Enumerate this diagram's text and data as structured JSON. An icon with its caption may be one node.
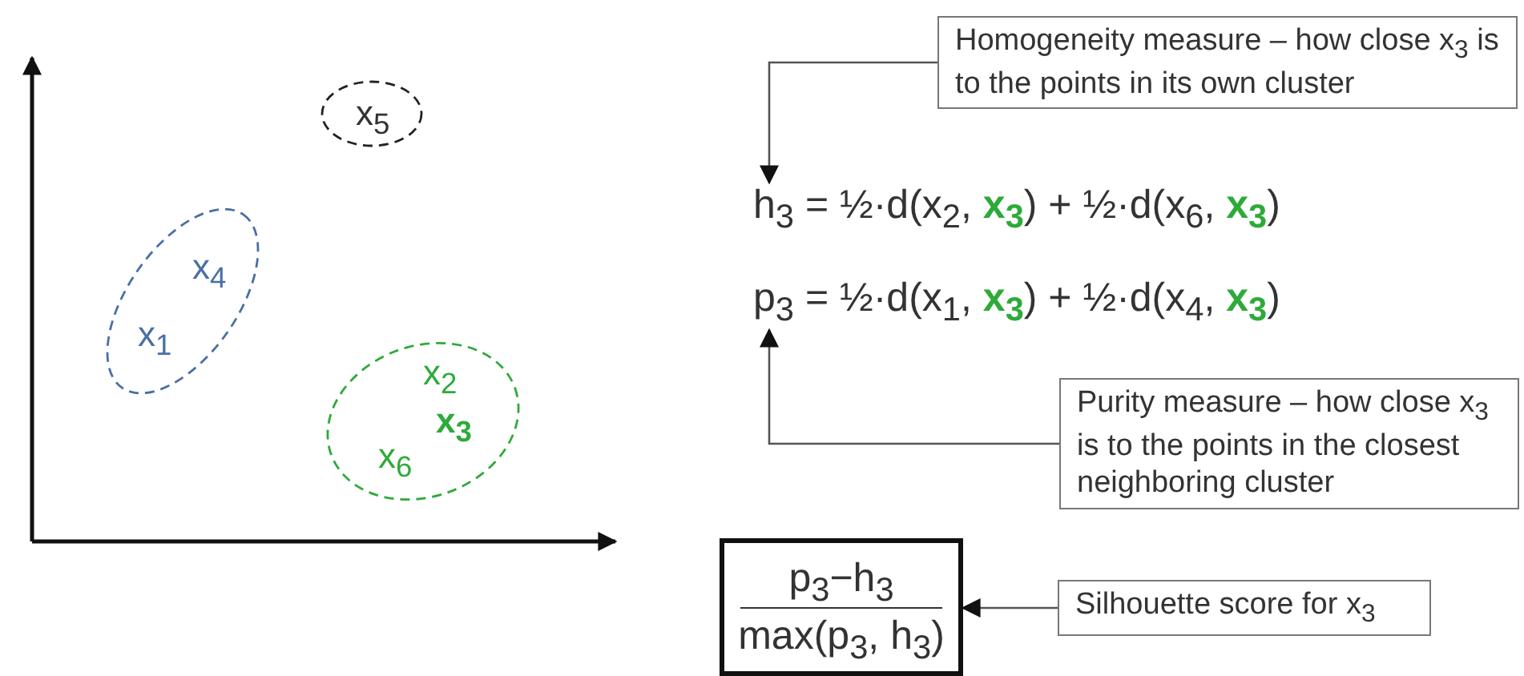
{
  "diagram": {
    "nodes": [
      {
        "text": [
          "x$_{5}$"
        ]
      },
      {
        "text": [
          "x$_{4}$",
          "x$_{1}$"
        ]
      },
      {
        "text": [
          "x$_{2}$",
          "x$_{3}$",
          "x$_{6}$"
        ]
      },
      {
        "text": [
          "Homogeneity measure – how close x$_{3}$ is to the points in its own cluster"
        ]
      },
      {
        "text": [
          "h$_{3}$ = ½·d(x$_{2}$, **x$_{3}$**) + ½·d(x$_{6}$, **x$_{3}$**)"
        ]
      },
      {
        "text": [
          "p$_{3}$ = ½·d(x$_{1}$, **x$_{3}$**) + ½·d(x$_{4}$, **x$_{3}$**)"
        ]
      },
      {
        "text": [
          "Purity measure – how close x$_{3}$ is to the points in the closest neighboring cluster"
        ]
      },
      {
        "text": [
          "p$_{3}$−h$_{3}$",
          "max(p$_{3}$, h$_{3}$)"
        ]
      },
      {
        "text": [
          "Silhouette score for x$_{3}$"
        ]
      }
    ],
    "edges": [
      {
        "from": 3,
        "to": 4,
        "arrow": "to"
      },
      {
        "from": 6,
        "to": 5,
        "arrow": "to"
      },
      {
        "from": 8,
        "to": 7,
        "arrow": "to"
      }
    ]
  }
}
